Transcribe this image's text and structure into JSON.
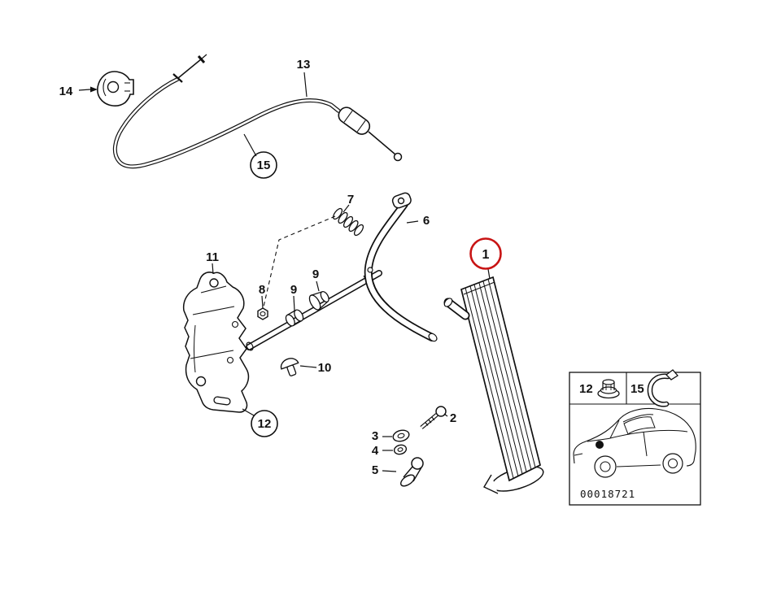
{
  "page": {
    "background": "#ffffff",
    "highlight_color": "#c81414",
    "line_color": "#111111"
  },
  "diagram": {
    "callouts": {
      "c1": "1",
      "c2": "2",
      "c3": "3",
      "c4": "4",
      "c5": "5",
      "c6": "6",
      "c7": "7",
      "c8": "8",
      "c9a": "9",
      "c9b": "9",
      "c10": "10",
      "c11": "11",
      "c12": "12",
      "c13": "13",
      "c14": "14",
      "c15": "15"
    },
    "inset": {
      "cell_12_label": "12",
      "cell_15_label": "15",
      "diagram_number": "00018721"
    }
  }
}
